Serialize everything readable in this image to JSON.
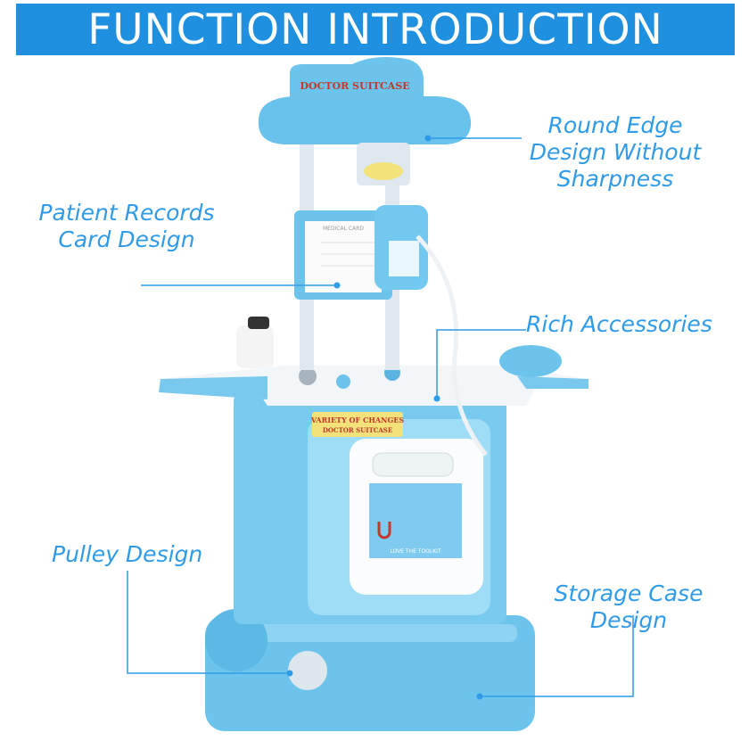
{
  "header": {
    "title": "FUNCTION INTRODUCTION"
  },
  "callouts": {
    "round_edge": [
      "Round Edge",
      "Design Without",
      "Sharpness"
    ],
    "patient_records": [
      "Patient Records",
      "Card Design"
    ],
    "rich_accessories": "Rich Accessories",
    "pulley": "Pulley Design",
    "storage_case": [
      "Storage Case",
      "Design"
    ]
  },
  "product": {
    "sign_text": "DOCTOR SUITCASE",
    "label_text": [
      "VARIETY OF CHANGES",
      "DOCTOR SUITCASE"
    ],
    "panel_text": "LOVE THE TOOLKIT",
    "card_text": "MEDICAL CARD"
  },
  "colors": {
    "accent": "#1f8fe0",
    "callout_text": "#2f9be8",
    "toy_blue": "#6cc4ec"
  }
}
